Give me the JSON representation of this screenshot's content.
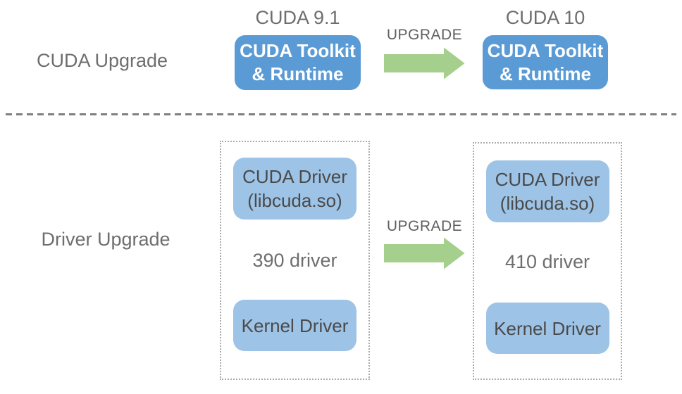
{
  "colors": {
    "box_blue": "#5b9bd5",
    "box_light_blue": "#9dc3e6",
    "arrow_green": "#a5cf8c",
    "label_gray": "#6e6e6e",
    "upgrade_gray": "#5f5f5f",
    "dark_text": "#4a4a4a",
    "divider_gray": "#7f7f7f",
    "dotted_border": "#ababab",
    "page_bg": "#ffffff"
  },
  "cuda_upgrade_row": {
    "row_label": "CUDA Upgrade",
    "arrow_label": "UPGRADE",
    "before": {
      "title": "CUDA 9.1",
      "box_line1": "CUDA Toolkit",
      "box_line2": "& Runtime"
    },
    "after": {
      "title": "CUDA 10",
      "box_line1": "CUDA Toolkit",
      "box_line2": "& Runtime"
    }
  },
  "driver_upgrade_row": {
    "row_label": "Driver Upgrade",
    "arrow_label": "UPGRADE",
    "before": {
      "cuda_driver_line1": "CUDA Driver",
      "cuda_driver_line2": "(libcuda.so)",
      "version": "390 driver",
      "kernel_driver": "Kernel Driver"
    },
    "after": {
      "cuda_driver_line1": "CUDA Driver",
      "cuda_driver_line2": "(libcuda.so)",
      "version": "410 driver",
      "kernel_driver": "Kernel Driver"
    }
  }
}
